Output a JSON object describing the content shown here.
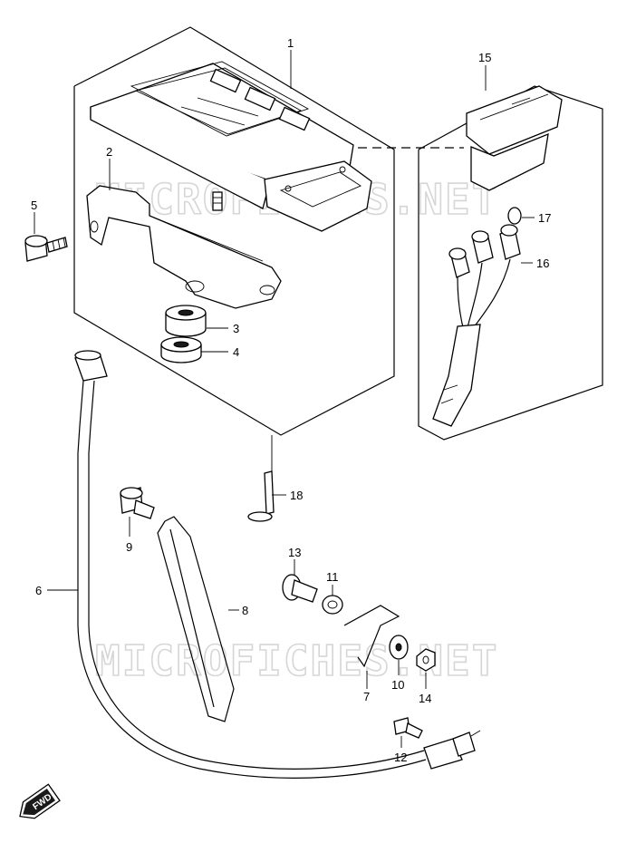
{
  "watermark": {
    "text": "MICROFICHES.NET"
  },
  "callouts": [
    {
      "id": "1",
      "label": "1"
    },
    {
      "id": "2",
      "label": "2"
    },
    {
      "id": "3",
      "label": "3"
    },
    {
      "id": "4",
      "label": "4"
    },
    {
      "id": "5",
      "label": "5"
    },
    {
      "id": "6",
      "label": "6"
    },
    {
      "id": "7",
      "label": "7"
    },
    {
      "id": "8",
      "label": "8"
    },
    {
      "id": "9",
      "label": "9"
    },
    {
      "id": "10",
      "label": "10"
    },
    {
      "id": "11",
      "label": "11"
    },
    {
      "id": "12",
      "label": "12"
    },
    {
      "id": "13",
      "label": "13"
    },
    {
      "id": "14",
      "label": "14"
    },
    {
      "id": "15",
      "label": "15"
    },
    {
      "id": "16",
      "label": "16"
    },
    {
      "id": "17",
      "label": "17"
    },
    {
      "id": "18",
      "label": "18"
    }
  ],
  "direction_badge": {
    "text": "FWD"
  }
}
